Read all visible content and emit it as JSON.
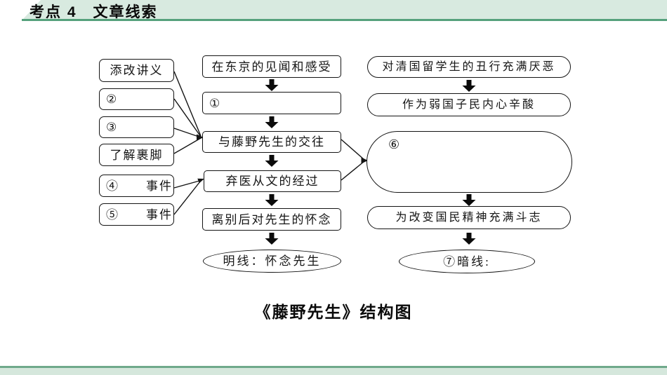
{
  "header": {
    "title": "考点 4　文章线索"
  },
  "flowchart": {
    "left_boxes": [
      "添改讲义",
      "②",
      "③",
      "了解裹脚",
      "④　　事件",
      "⑤　　事件"
    ],
    "middle_boxes": [
      "在东京的见闻和感受",
      "①",
      "与藤野先生的交往",
      "弃医从文的经过",
      "离别后对先生的怀念"
    ],
    "middle_terminal": "明线：怀念先生",
    "right_boxes": [
      "对清国留学生的丑行充满厌恶",
      "作为弱国子民内心辛酸",
      "⑥",
      "为改变国民精神充满斗志"
    ],
    "right_terminal": "⑦暗线:"
  },
  "caption": "《藤野先生》结构图",
  "colors": {
    "header_bg": "#d8eae0",
    "header_line": "#55a17c",
    "footer_line": "#6fa98b",
    "footer_bg": "#d5e7dc",
    "ink": "#141414"
  }
}
